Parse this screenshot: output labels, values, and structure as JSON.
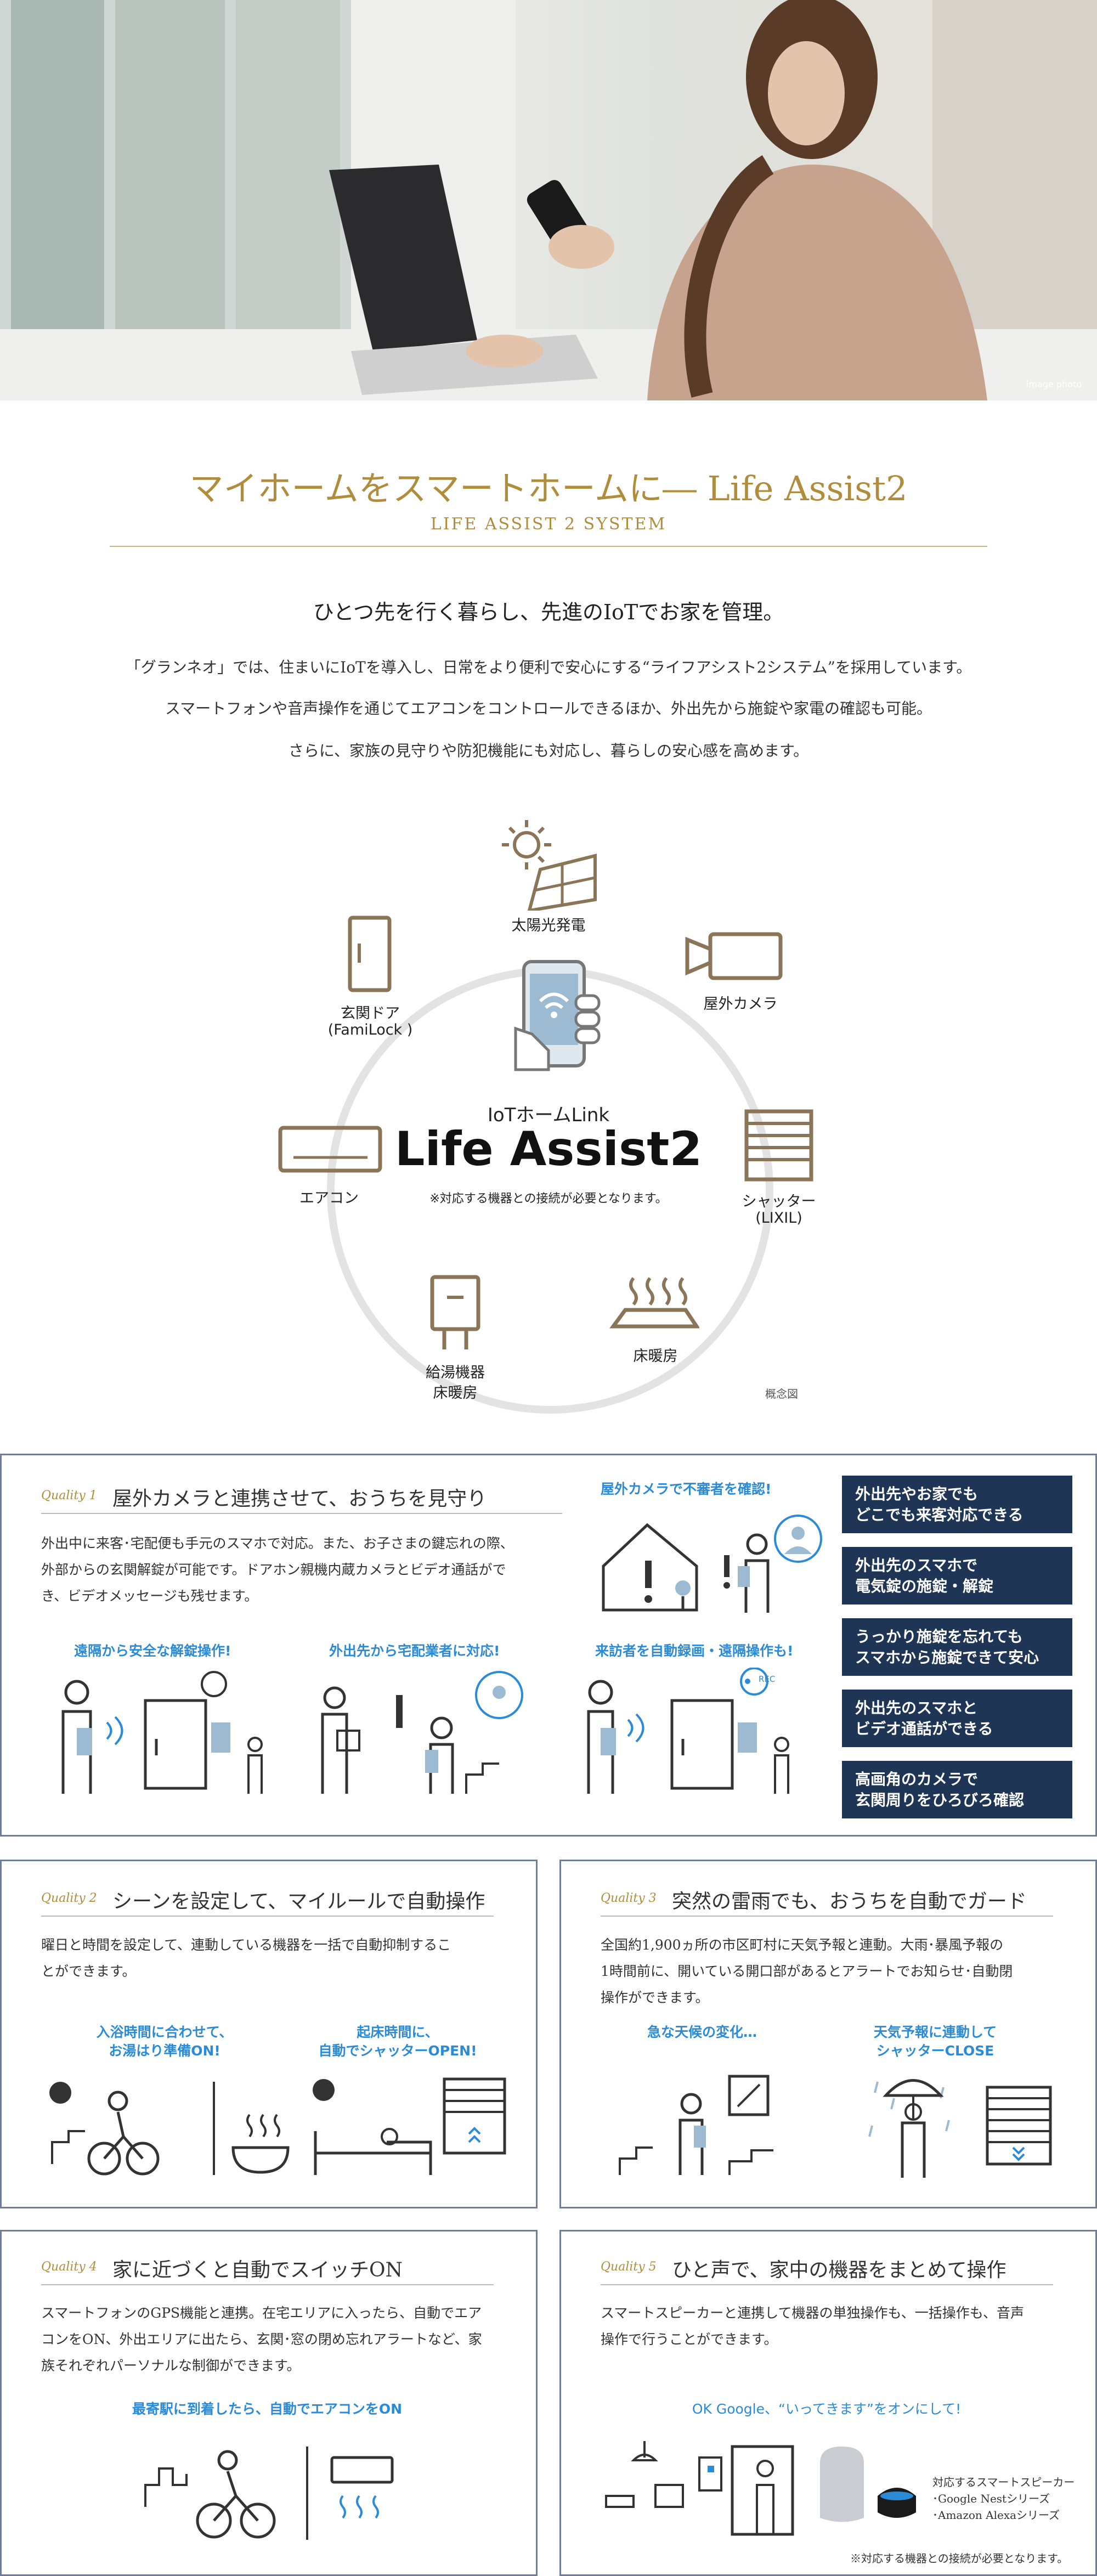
{
  "hero": {
    "caption": "image photo"
  },
  "heading": {
    "title": "マイホームをスマートホームに― Life Assist2",
    "subtitle": "LIFE ASSIST 2 SYSTEM"
  },
  "intro": {
    "lead": "ひとつ先を行く暮らし、先進のIoTでお家を管理。",
    "lines": [
      "「グランネオ」では、住まいにIoTを導入し、日常をより便利で安心にする“ライフアシスト2システム”を採用しています。",
      "スマートフォンや音声操作を通じてエアコンをコントロールできるほか、外出先から施錠や家電の確認も可能。",
      "さらに、家族の見守りや防犯機能にも対応し、暮らしの安心感を高めます。"
    ]
  },
  "diagram": {
    "center_label": "IoTホームLink",
    "center_title": "Life Assist2",
    "center_note": "※対応する機器との接続が必要となります。",
    "note": "概念図",
    "devices": {
      "solar": "太陽光発電",
      "camera": "屋外カメラ",
      "door": "玄関ドア",
      "door_sub": "(FamiLock )",
      "aircon": "エアコン",
      "shutter": "シャッター",
      "shutter_sub": "(LIXIL)",
      "boiler": "給湯機器",
      "boiler_sub": "床暖房",
      "floor": "床暖房"
    }
  },
  "q1": {
    "label": "Quality 1",
    "title": "屋外カメラと連携させて、おうちを見守り",
    "body": [
      "外出中に来客･宅配便も手元のスマホで対応。また、お子さまの鍵忘れの際、",
      "外部からの玄関解錠が可能です。ドアホン親機内蔵カメラとビデオ通話がで",
      "き、ビデオメッセージも残せます。"
    ],
    "camera_caption": "屋外カメラで不審者を確認!",
    "scenes": [
      "遠隔から安全な解錠操作!",
      "外出先から宅配業者に対応!",
      "来訪者を自動録画・遠隔操作も!"
    ],
    "rec": "REC",
    "features": [
      [
        "外出先やお家でも",
        "どこでも来客対応できる"
      ],
      [
        "外出先のスマホで",
        "電気錠の施錠・解錠"
      ],
      [
        "うっかり施錠を忘れても",
        "スマホから施錠できて安心"
      ],
      [
        "外出先のスマホと",
        "ビデオ通話ができる"
      ],
      [
        "高画角のカメラで",
        "玄関周りをひろびろ確認"
      ]
    ]
  },
  "q2": {
    "label": "Quality 2",
    "title": "シーンを設定して、マイルールで自動操作",
    "body": [
      "曜日と時間を設定して、連動している機器を一括で自動抑制するこ",
      "とができます。"
    ],
    "scene1": [
      "入浴時間に合わせて、",
      "お湯はり準備ON!"
    ],
    "scene2": [
      "起床時間に、",
      "自動でシャッターOPEN!"
    ]
  },
  "q3": {
    "label": "Quality 3",
    "title": "突然の雷雨でも、おうちを自動でガード",
    "body": [
      "全国約1,900ヵ所の市区町村に天気予報と連動。大雨･暴風予報の",
      "1時間前に、開いている開口部があるとアラートでお知らせ･自動閉",
      "操作ができます。"
    ],
    "scene1": [
      "急な天候の変化…"
    ],
    "scene2": [
      "天気予報に連動して",
      "シャッターCLOSE"
    ]
  },
  "q4": {
    "label": "Quality 4",
    "title": "家に近づくと自動でスイッチON",
    "body": [
      "スマートフォンのGPS機能と連携。在宅エリアに入ったら、自動でエア",
      "コンをON、外出エリアに出たら、玄関･窓の閉め忘れアラートなど、家",
      "族それぞれパーソナルな制御ができます。"
    ],
    "scene": "最寄駅に到着したら、自動でエアコンをON"
  },
  "q5": {
    "label": "Quality 5",
    "title": "ひと声で、家中の機器をまとめて操作",
    "body": [
      "スマートスピーカーと連携して機器の単独操作も、一括操作も、音声",
      "操作で行うことができます。"
    ],
    "scene": "OK Google、“いってきます”をオンにして!",
    "speakers": [
      "対応するスマートスピーカー",
      "･Google Nestシリーズ",
      "･Amazon Alexaシリーズ"
    ],
    "note": "※対応する機器との接続が必要となります。"
  },
  "colors": {
    "gold": "#b08d3c",
    "navy": "#1f3556",
    "accent_blue": "#2b8bd6",
    "frame": "#6f7d99",
    "icon_brown": "#8a7558"
  }
}
